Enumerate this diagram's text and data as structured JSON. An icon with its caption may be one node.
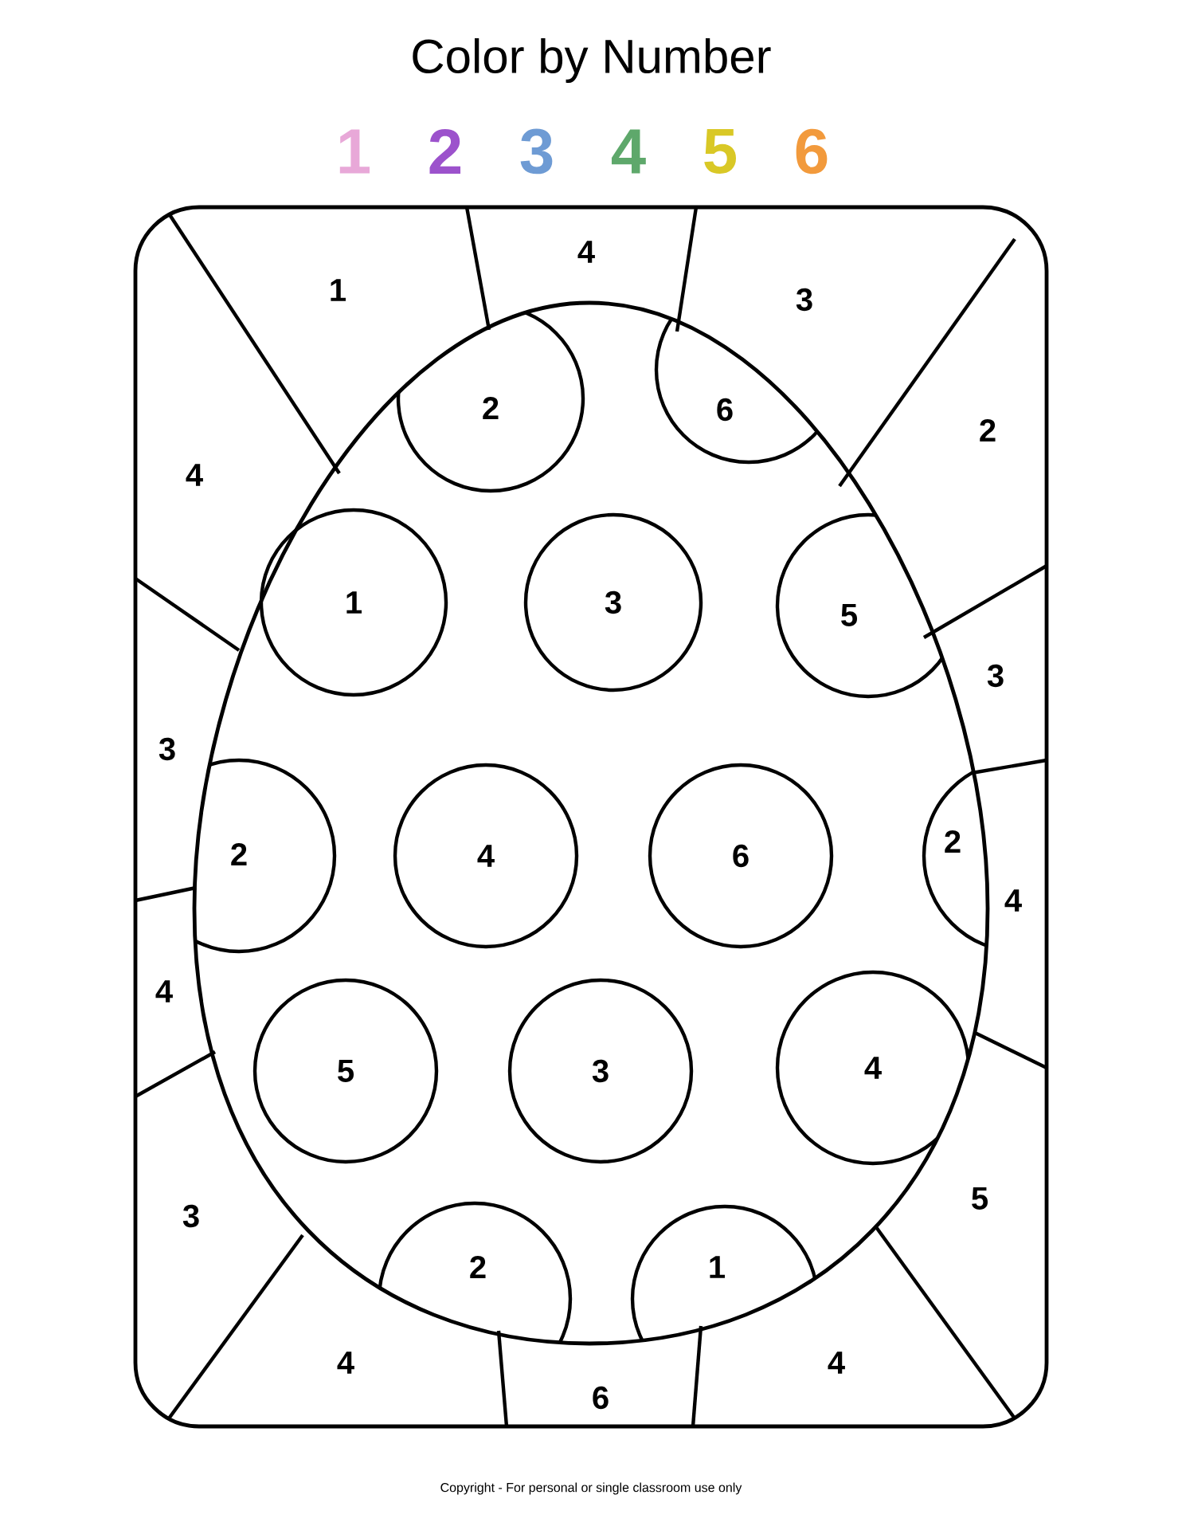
{
  "diagram": {
    "title": "Color by Number",
    "nodes": [
      {
        "text": [
          "1"
        ]
      },
      {
        "text": [
          "3"
        ]
      },
      {
        "text": [
          "4"
        ]
      },
      {
        "text": [
          "6"
        ]
      },
      {
        "text": [
          "5"
        ]
      },
      {
        "text": [
          "3"
        ]
      }
    ],
    "edges": [],
    "labels": [
      "4",
      "1",
      "3",
      "2",
      "6",
      "2",
      "4",
      "5",
      "3",
      "3",
      "2",
      "2",
      "4",
      "4",
      "4",
      "3",
      "5",
      "2",
      "1",
      "4",
      "4",
      "6",
      "Copyright - For personal or single classroom use only"
    ],
    "legend": [
      {
        "text": "1",
        "color": "#e8a8d8"
      },
      {
        "text": "2",
        "color": "#9c52cc"
      },
      {
        "text": "3",
        "color": "#6e9bd4"
      },
      {
        "text": "4",
        "color": "#5ea86b"
      },
      {
        "text": "5",
        "color": "#d9c826"
      },
      {
        "text": "6",
        "color": "#f29a3c"
      }
    ]
  }
}
